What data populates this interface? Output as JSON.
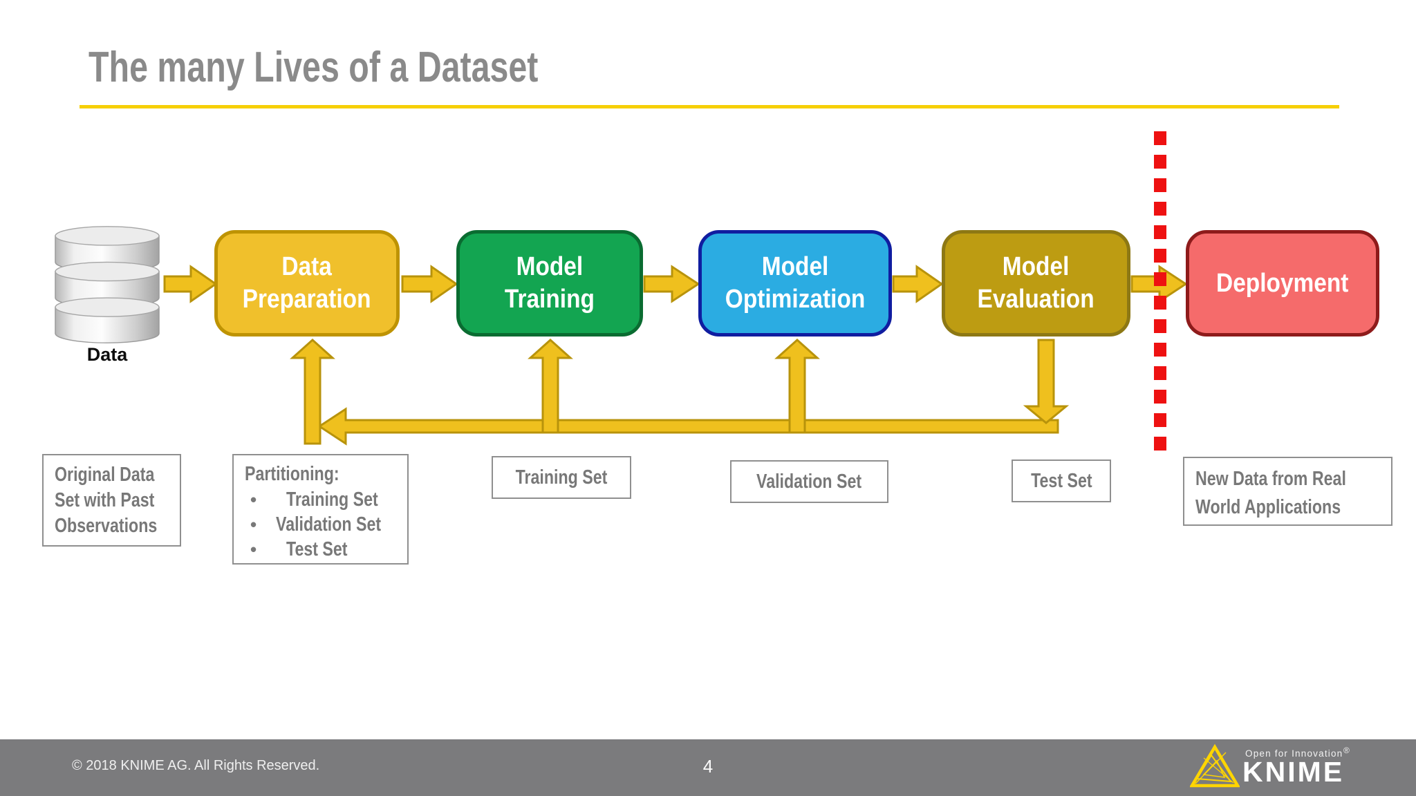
{
  "title": "The many Lives of a Dataset",
  "pipeline": {
    "data_icon_label": "Data",
    "stages": [
      {
        "label": "Data\nPreparation",
        "fill": "#F0C02C",
        "border": "#BE9303"
      },
      {
        "label": "Model\nTraining",
        "fill": "#13A551",
        "border": "#0A6C31"
      },
      {
        "label": "Model\nOptimization",
        "fill": "#2BACE2",
        "border": "#101DA0"
      },
      {
        "label": "Model\nEvaluation",
        "fill": "#BD9C12",
        "border": "#8D7814"
      },
      {
        "label": "Deployment",
        "fill": "#F56B6B",
        "border": "#8E1B1B"
      }
    ]
  },
  "annotations": {
    "original_data": "Original Data\nSet with Past\nObservations",
    "partitioning": {
      "title": "Partitioning:",
      "bullet": "•",
      "bullets": [
        "Training Set",
        "Validation Set",
        "Test Set"
      ]
    },
    "training_set": "Training Set",
    "validation_set": "Validation Set",
    "test_set": "Test Set",
    "new_data": "New Data from Real\nWorld Applications"
  },
  "footer": {
    "copyright": "© 2018 KNIME AG. All Rights Reserved.",
    "page_number": "4",
    "logo_tagline": "Open for Innovation",
    "registered_mark": "®",
    "logo_wordmark": "KNIME"
  },
  "colors": {
    "title_text": "#8A8A8A",
    "title_underline": "#F6CF05",
    "arrow_fill": "#EFC01E",
    "arrow_outline": "#B8930B",
    "boundary_dash_red": "#EE1111",
    "annotation_border": "#8F8F8F",
    "annotation_text": "#787878",
    "footer_background": "#7B7B7D",
    "knime_logo_yellow": "#FFD500"
  }
}
